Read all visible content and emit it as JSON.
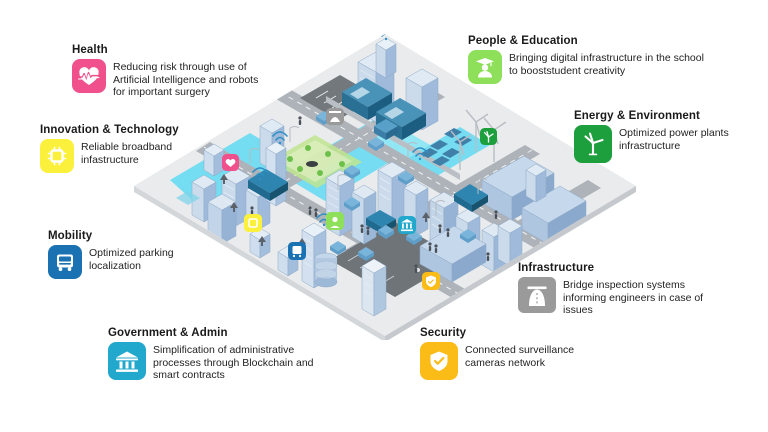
{
  "diagram": {
    "kind": "smart-city-infographic",
    "scene_label": "isometric smart city illustration"
  },
  "colors": {
    "health": "#f0508c",
    "innovation": "#fbf13c",
    "mobility": "#1b72b3",
    "government": "#22a8cc",
    "security": "#fbbc17",
    "infrastructure": "#9a9a9a",
    "education": "#8ee05a",
    "energy": "#1e9f3e",
    "ground": "#e8eaec",
    "water": "#4fd3ef",
    "building": "#b9cde4",
    "road": "#9da3a9",
    "text": "#232323"
  },
  "callouts": [
    {
      "id": "health",
      "title": "Health",
      "desc": "Reducing risk through use of Artificial  Intelligence and robots for important surgery",
      "icon": "heartbeat-icon",
      "color": "#f0508c"
    },
    {
      "id": "innovation",
      "title": "Innovation & Technology",
      "desc": "Reliable broadband infastructure",
      "icon": "chip-icon",
      "color": "#fbf13c"
    },
    {
      "id": "mobility",
      "title": "Mobility",
      "desc": "Optimized parking localization",
      "icon": "bus-icon",
      "color": "#1b72b3"
    },
    {
      "id": "government",
      "title": "Government & Admin",
      "desc": "Simplification  of administrative processes through Blockchain and smart contracts",
      "icon": "bank-icon",
      "color": "#22a8cc"
    },
    {
      "id": "security",
      "title": "Security",
      "desc": "Connected surveillance cameras network",
      "icon": "shield-check-icon",
      "color": "#fbbc17"
    },
    {
      "id": "infrastructure",
      "title": "Infrastructure",
      "desc": "Bridge inspection systems informing engineers in case of issues",
      "icon": "bridge-road-icon",
      "color": "#9a9a9a"
    },
    {
      "id": "education",
      "title": "People & Education",
      "desc": "Bringing digital infrastructure  in the school to booststudent creativity",
      "icon": "graduate-icon",
      "color": "#8ee05a"
    },
    {
      "id": "energy",
      "title": "Energy & Environment",
      "desc": "Optimized power plants infrastructure",
      "icon": "wind-turbine-icon",
      "color": "#1e9f3e"
    }
  ],
  "scene_badges": [
    {
      "id": "scene-health",
      "icon": "heartbeat-icon",
      "color": "#f0508c"
    },
    {
      "id": "scene-infrastructure",
      "icon": "bridge-road-icon",
      "color": "#9a9a9a"
    },
    {
      "id": "scene-energy",
      "icon": "wind-turbine-icon",
      "color": "#1e9f3e"
    },
    {
      "id": "scene-innovation",
      "icon": "chip-icon",
      "color": "#fbf13c"
    },
    {
      "id": "scene-education",
      "icon": "graduate-icon",
      "color": "#8ee05a"
    },
    {
      "id": "scene-government",
      "icon": "bank-icon",
      "color": "#22a8cc"
    },
    {
      "id": "scene-mobility",
      "icon": "bus-icon",
      "color": "#1b72b3"
    },
    {
      "id": "scene-security",
      "icon": "shield-check-icon",
      "color": "#fbbc17"
    }
  ]
}
